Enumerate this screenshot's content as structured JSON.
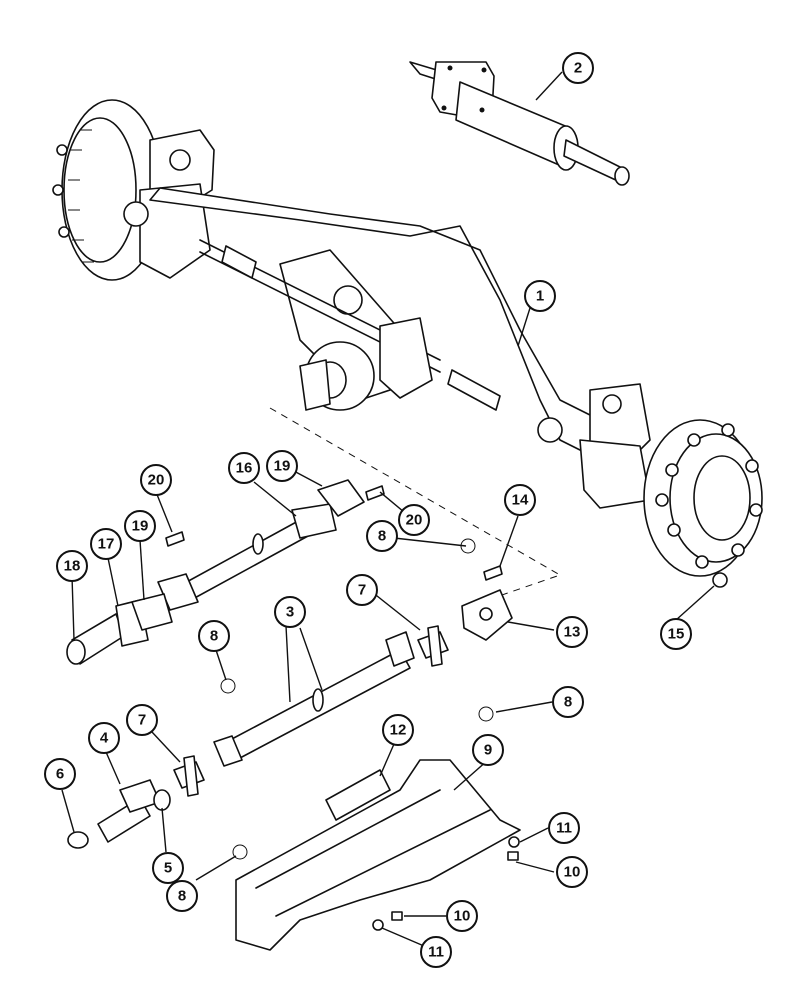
{
  "callouts": [
    {
      "id": "c1",
      "label": "1"
    },
    {
      "id": "c2",
      "label": "2"
    },
    {
      "id": "c3",
      "label": "3"
    },
    {
      "id": "c4",
      "label": "4"
    },
    {
      "id": "c5",
      "label": "5"
    },
    {
      "id": "c6",
      "label": "6"
    },
    {
      "id": "c7a",
      "label": "7"
    },
    {
      "id": "c7b",
      "label": "7"
    },
    {
      "id": "c8a",
      "label": "8"
    },
    {
      "id": "c8b",
      "label": "8"
    },
    {
      "id": "c8c",
      "label": "8"
    },
    {
      "id": "c8d",
      "label": "8"
    },
    {
      "id": "c9",
      "label": "9"
    },
    {
      "id": "c10a",
      "label": "10"
    },
    {
      "id": "c10b",
      "label": "10"
    },
    {
      "id": "c11a",
      "label": "11"
    },
    {
      "id": "c11b",
      "label": "11"
    },
    {
      "id": "c12",
      "label": "12"
    },
    {
      "id": "c13",
      "label": "13"
    },
    {
      "id": "c14",
      "label": "14"
    },
    {
      "id": "c15",
      "label": "15"
    },
    {
      "id": "c16",
      "label": "16"
    },
    {
      "id": "c17",
      "label": "17"
    },
    {
      "id": "c18",
      "label": "18"
    },
    {
      "id": "c19a",
      "label": "19"
    },
    {
      "id": "c19b",
      "label": "19"
    },
    {
      "id": "c20a",
      "label": "20"
    },
    {
      "id": "c20b",
      "label": "20"
    }
  ]
}
